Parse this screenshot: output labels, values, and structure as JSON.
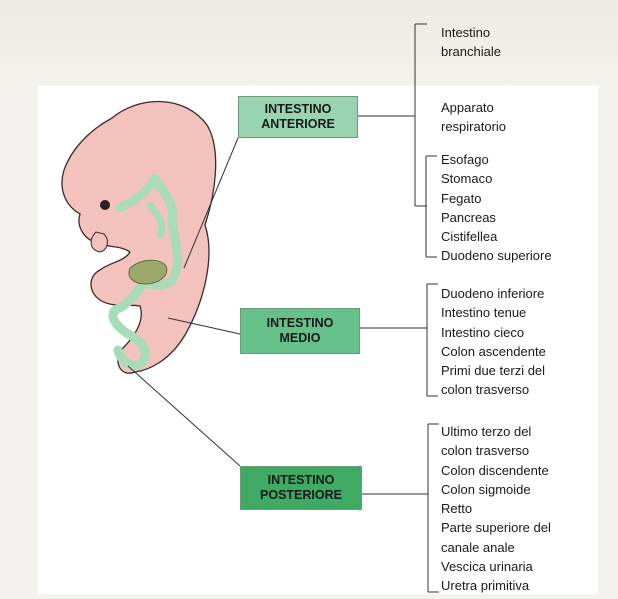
{
  "colors": {
    "embryo": "#f4c2bd",
    "embryo_outline": "#3a2a2a",
    "gut": "#a8dbb8",
    "anterior_box": "#9ad3b0",
    "middle_box": "#66c08a",
    "posterior_box": "#3faa64"
  },
  "sections": {
    "anterior": {
      "label_line1": "INTESTINO",
      "label_line2": "ANTERIORE",
      "group1": [
        "Intestino",
        "branchiale"
      ],
      "group2": [
        "Apparato",
        "respiratorio"
      ],
      "group3": [
        "Esofago",
        "Stomaco",
        "Fegato",
        "Pancreas",
        "Cistifellea",
        "Duodeno superiore"
      ]
    },
    "middle": {
      "label_line1": "INTESTINO",
      "label_line2": "MEDIO",
      "items": [
        "Duodeno inferiore",
        "Intestino tenue",
        "Intestino cieco",
        "Colon ascendente",
        "Primi due terzi del",
        "colon trasverso"
      ]
    },
    "posterior": {
      "label_line1": "INTESTINO",
      "label_line2": "POSTERIORE",
      "items": [
        "Ultimo terzo del",
        "colon trasverso",
        "Colon discendente",
        "Colon sigmoide",
        "Retto",
        "Parte superiore del",
        "canale anale",
        "Vescica urinaria",
        "Uretra primitiva"
      ]
    }
  }
}
